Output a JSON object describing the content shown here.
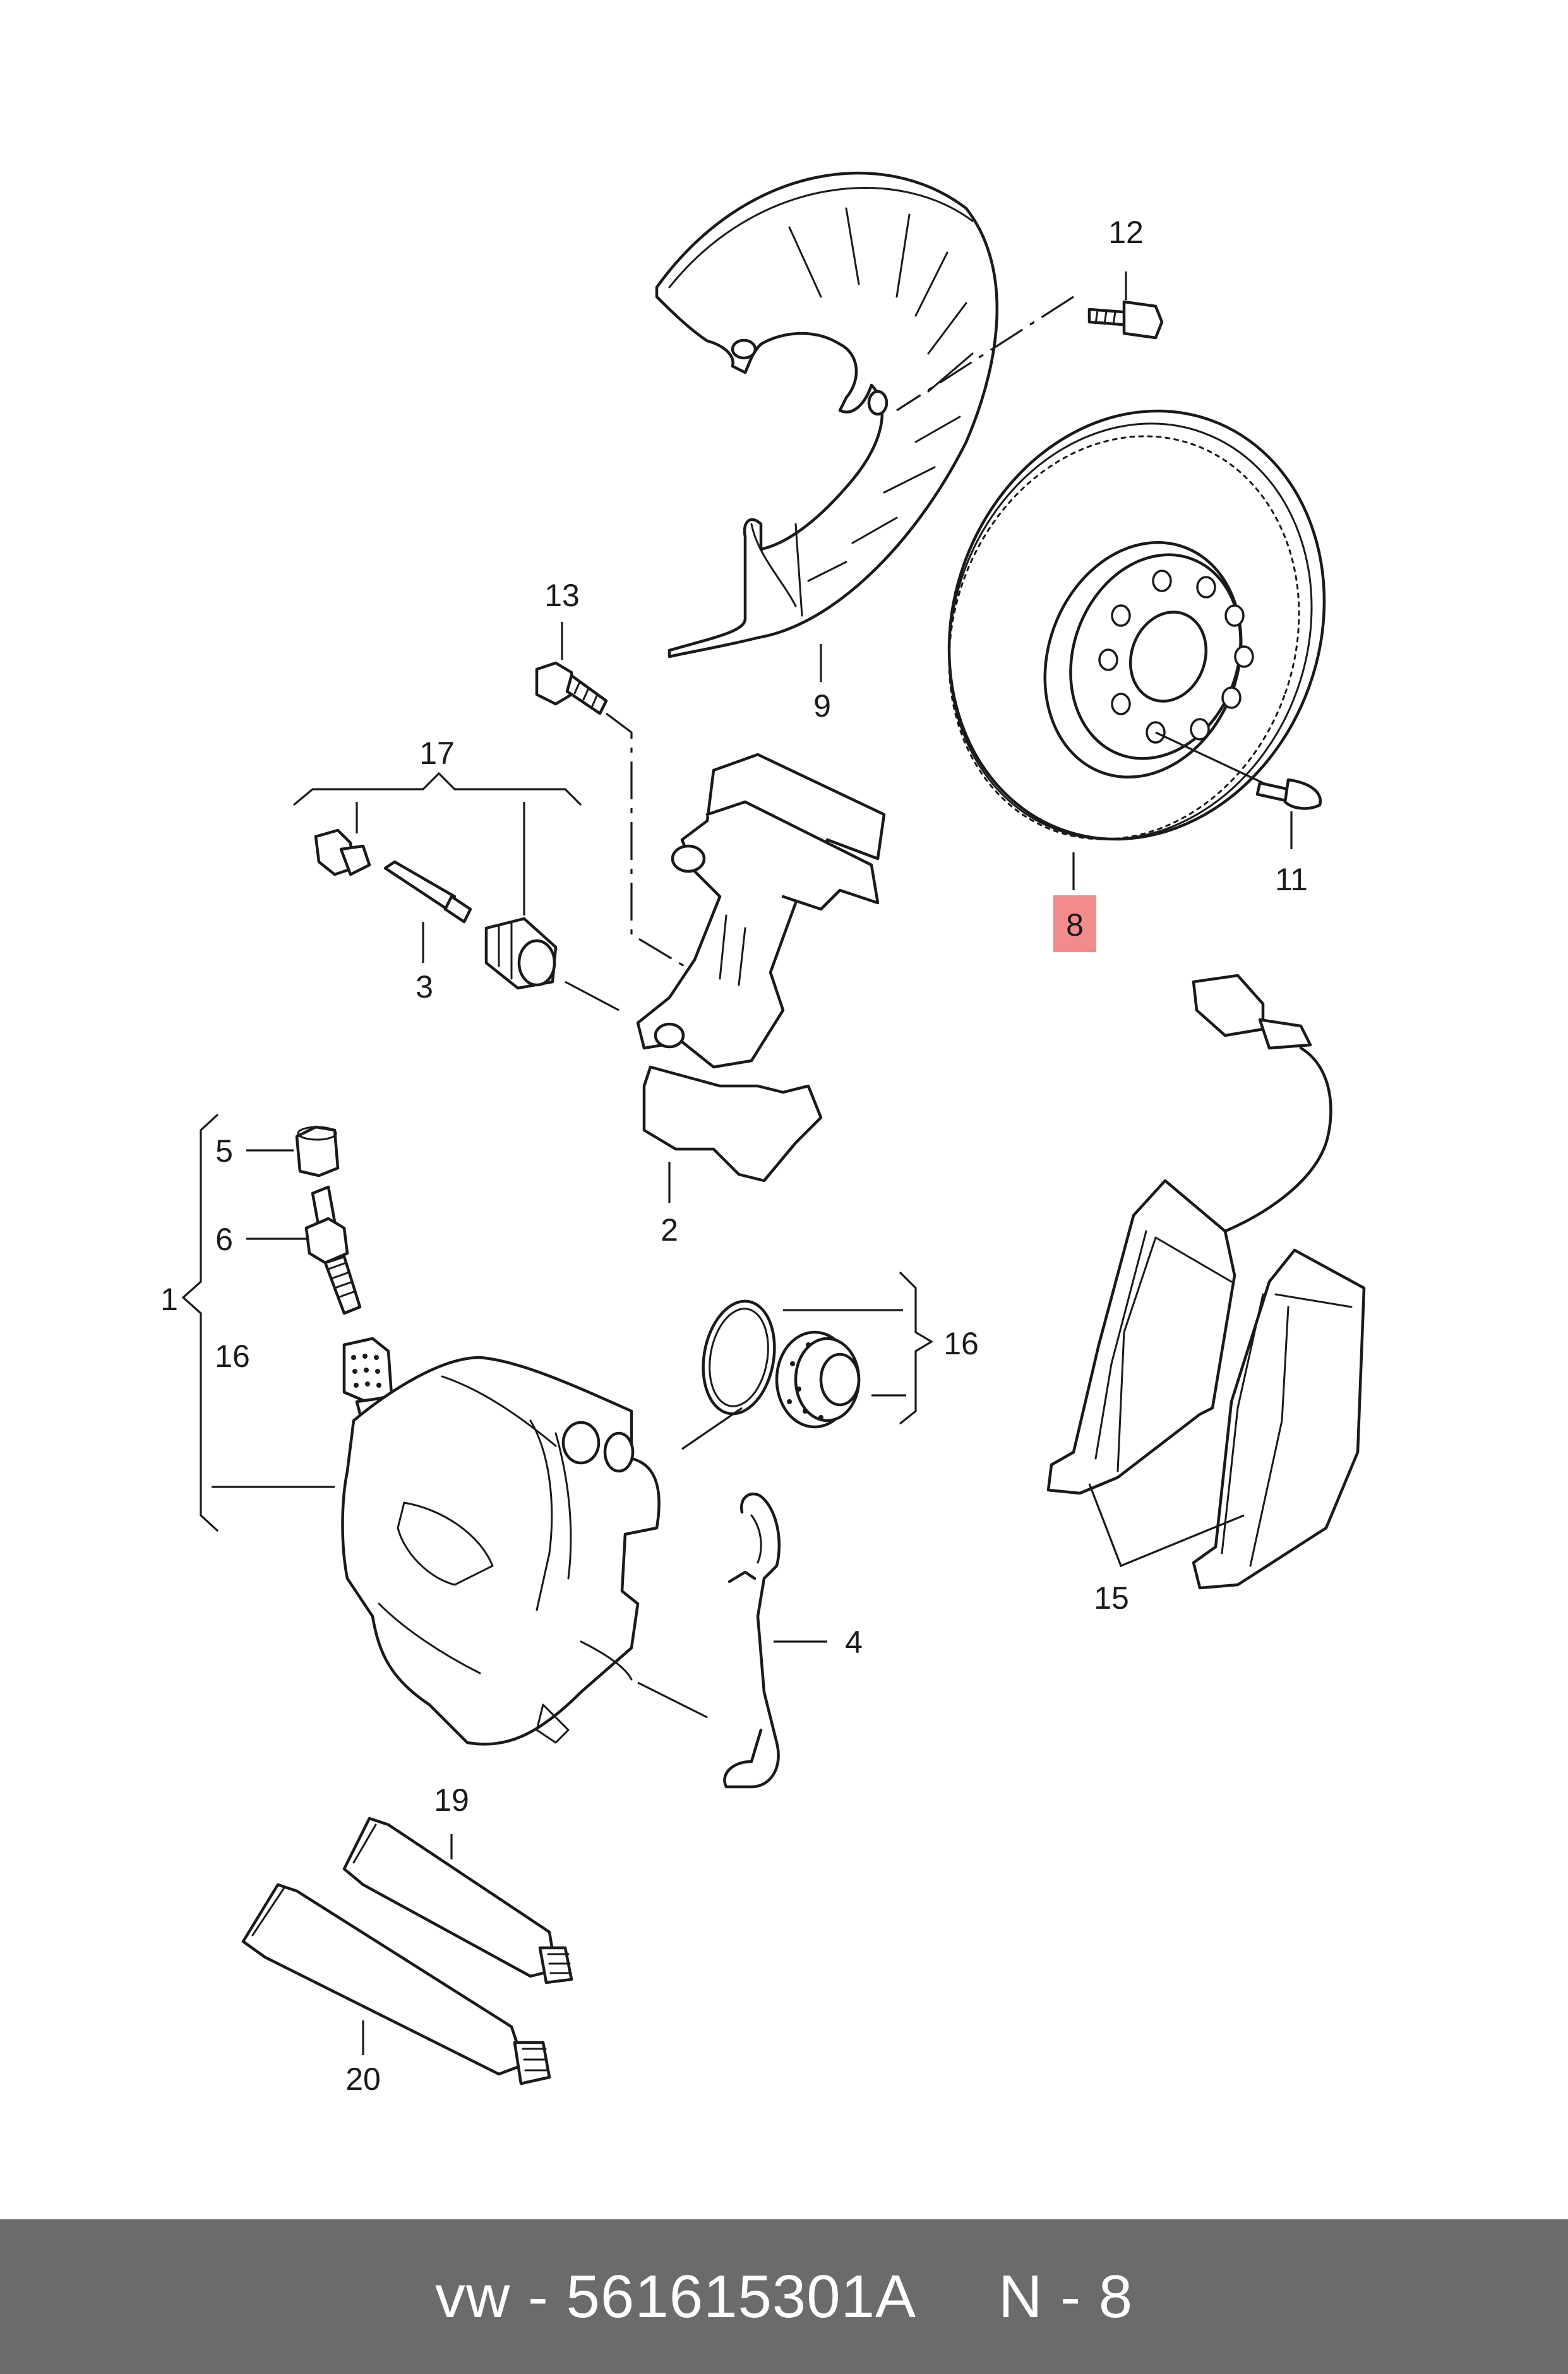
{
  "callouts": {
    "c1": "1",
    "c2": "2",
    "c3": "3",
    "c4": "4",
    "c5": "5",
    "c6": "6",
    "c8": "8",
    "c9": "9",
    "c11": "11",
    "c12": "12",
    "c13": "13",
    "c15": "15",
    "c16a": "16",
    "c16b": "16",
    "c17": "17",
    "c19": "19",
    "c20": "20"
  },
  "highlight_color": "#f28b8b",
  "footer": {
    "brand": "vw",
    "separator": "-",
    "part_number": "561615301A",
    "position": "N - 8"
  }
}
